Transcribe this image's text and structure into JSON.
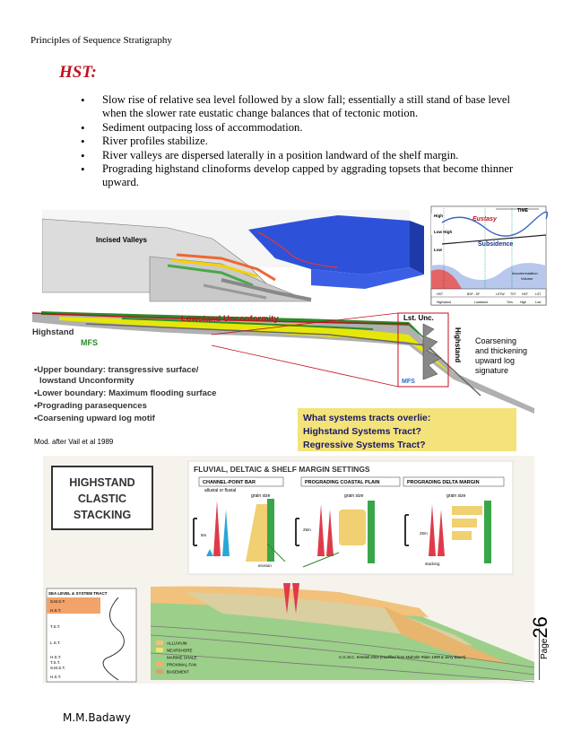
{
  "header": {
    "text": "Principles of Sequence Stratigraphy"
  },
  "section": {
    "title": "HST:",
    "bullets": [
      "Slow rise of relative sea level followed by a slow fall; essentially a still stand of base level when the slower rate eustatic change balances that of tectonic motion.",
      "Sediment outpacing loss of accommodation.",
      "River profiles stabilize.",
      "River valleys are dispersed laterally in a position landward of the shelf margin.",
      "Prograding highstand clinoforms develop capped by aggrading topsets that become thinner upward."
    ]
  },
  "figure1": {
    "incised_label": "Incised Valleys",
    "chart": {
      "time": "TIME",
      "eustasy": "Eustasy",
      "subsidence": "Subsidence",
      "high1": "High",
      "low_high": "Low\nHigh",
      "low2": "Low",
      "accommodation": "Accommodation",
      "volume": "Volume",
      "table_top": [
        "HST",
        "BSF - SF",
        "LSTW",
        "TST",
        "HST",
        "LST"
      ],
      "table_bottom": [
        "Highstand",
        "Lowstand",
        "Trns",
        "High",
        "Low"
      ]
    }
  },
  "figure2": {
    "lowstand_unconformity": "Lowstand Unconformity",
    "highstand": "Highstand",
    "mfs": "MFS",
    "lst_unc": "Lst. Unc.",
    "vertical_highstand": "Highstand",
    "mfs_small": "MFS",
    "coarsening_lines": [
      "Coarsening",
      "and thickening",
      "upward log",
      "signature"
    ],
    "boundary_lines": [
      "▪Upper boundary: transgressive surface/",
      "lowstand Unconformity",
      "▪Lower boundary: Maximum flooding surface",
      "▪Prograding parasequences",
      "▪Coarsening upward log motif"
    ],
    "question_lines": [
      "What systems tracts overlie:",
      "Highstand Systems Tract?",
      "Regressive Systems Tract?"
    ],
    "credit": "Mod. after Vail et al 1989"
  },
  "figure3": {
    "stacking_title": [
      "HIGHSTAND",
      "CLASTIC",
      "STACKING"
    ],
    "settings_title": "FLUVIAL, DELTAIC & SHELF MARGIN SETTINGS",
    "panel_titles": [
      "CHANNEL-POINT BAR",
      "PROGRADING COASTAL PLAIN",
      "PROGRADING DELTA MARGIN"
    ],
    "panel_subtitle": "alluvial or fluvial",
    "grain_size": "grain size",
    "thickness_labels": [
      "5m",
      "25m",
      "25m"
    ],
    "erosion": "erosion",
    "stacking_small": "stacking",
    "sea_level_header": "SEA LEVEL & SYSTEM TRACT",
    "tracts": [
      "S.M.S.T.",
      "H.S.T.",
      "T.S.T.",
      "L.S.T.",
      "H.S.T.",
      "T.S.T.",
      "S.M.S.T.",
      "H.S.T."
    ],
    "legend": [
      "ALLUVIUM",
      "NEARSHORE",
      "MARINE SHALE",
      "PROXIMAL FAN",
      "BASEMENT"
    ],
    "legend_colors": [
      "#f2c17c",
      "#f7e06a",
      "#9ccf8a",
      "#e7b56e",
      "#d9a06a"
    ],
    "credit": "C.G.St.C. Kendall 2003 (modified from Malcolm Rider 1999 & Jerry Baum)"
  },
  "page": {
    "label": "Page",
    "number": "26"
  },
  "footer": {
    "author": "M.M.Badawy"
  }
}
